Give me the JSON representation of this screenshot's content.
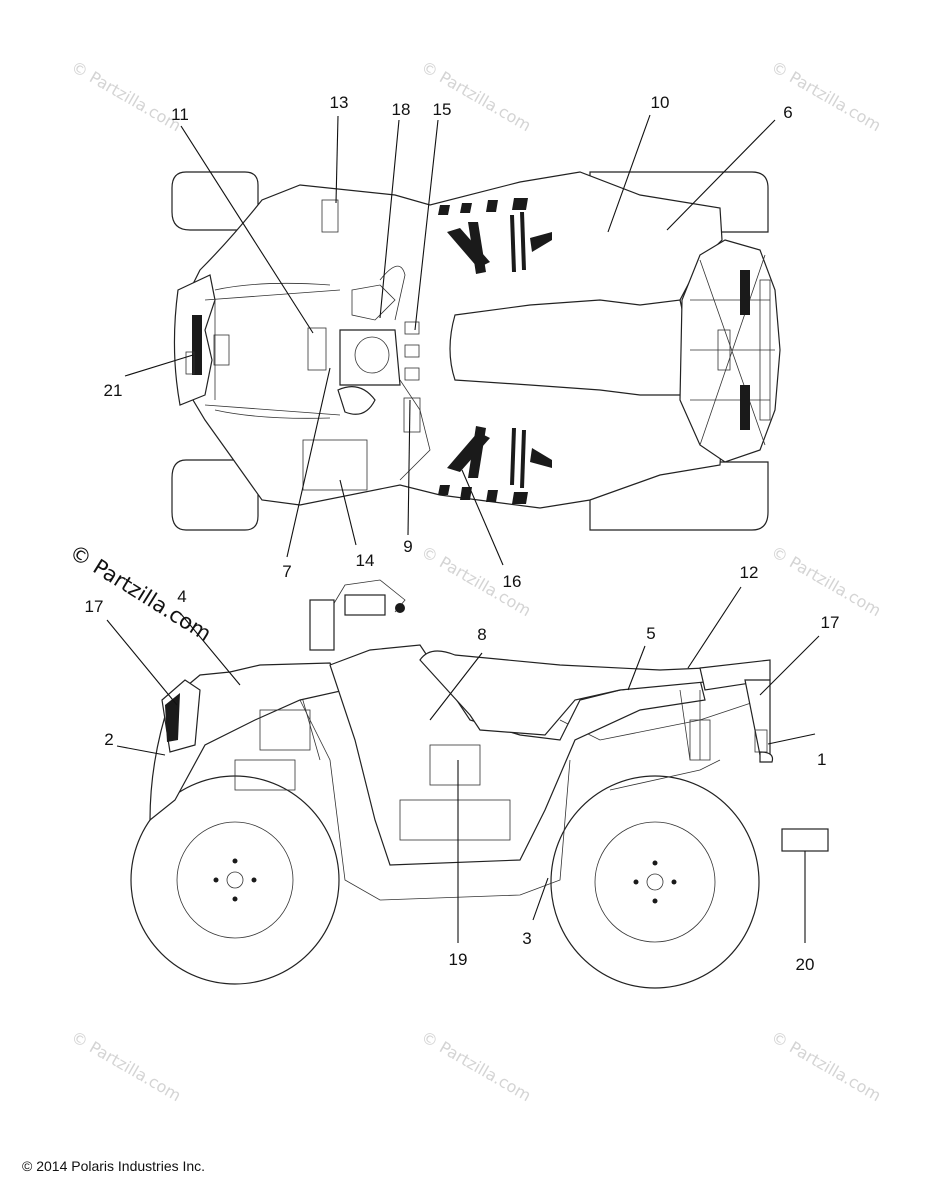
{
  "diagram": {
    "callouts": [
      "1",
      "2",
      "3",
      "4",
      "5",
      "6",
      "7",
      "8",
      "9",
      "10",
      "11",
      "12",
      "13",
      "14",
      "15",
      "16",
      "17",
      "17",
      "18",
      "19",
      "20",
      "21"
    ],
    "watermark_text": "© Partzilla.com",
    "copyright": "© 2014 Polaris Industries Inc."
  }
}
